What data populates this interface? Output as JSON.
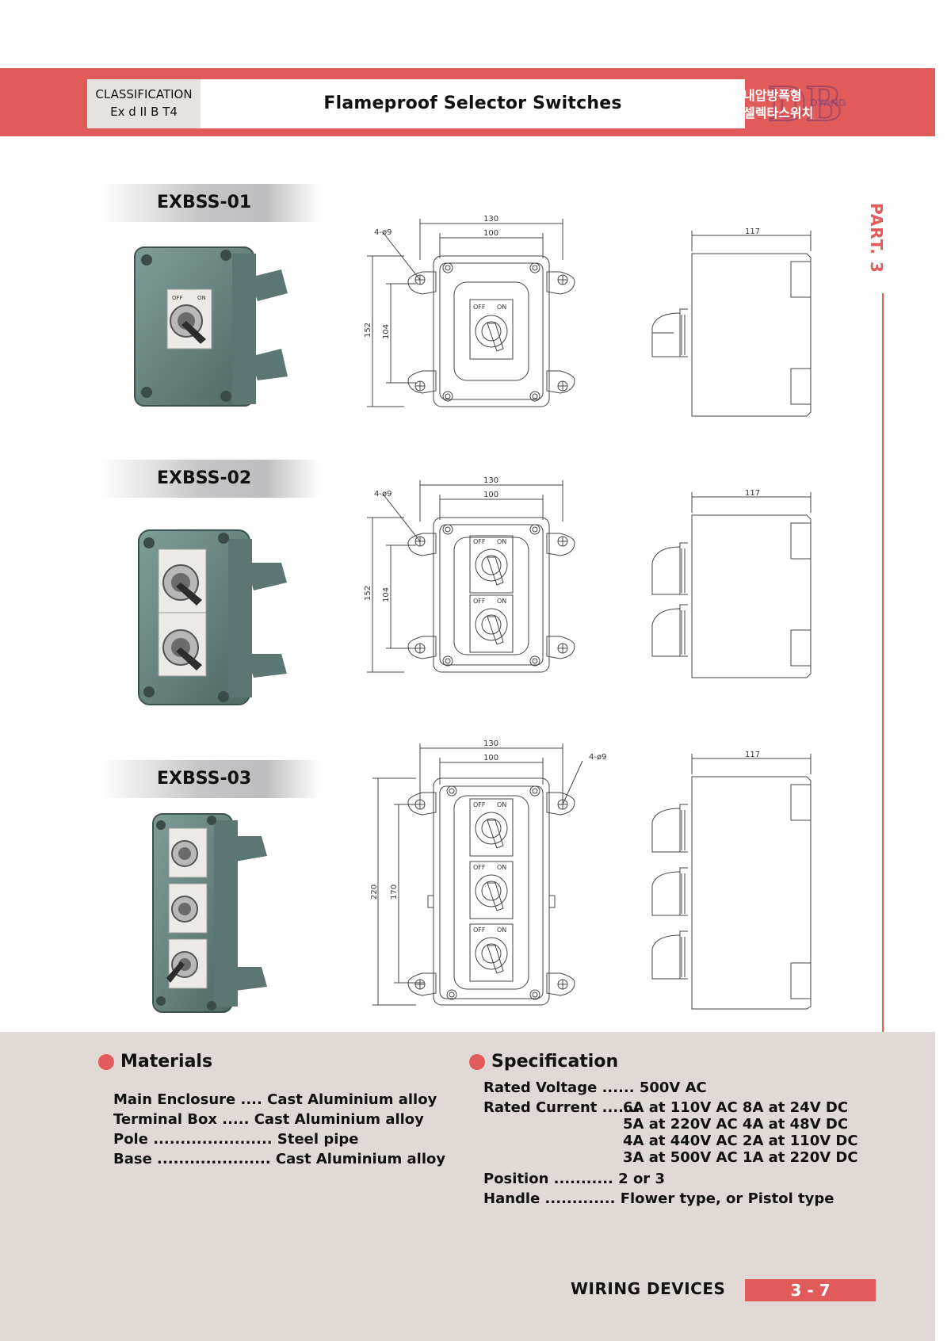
{
  "header": {
    "classification_label": "CLASSIFICATION",
    "classification_value": "Ex d II B T4",
    "title": "Flameproof Selector Switches",
    "korean_line1": "내압방폭형",
    "korean_line2": "셀렉타스위치",
    "logo_text": "DYANG",
    "accent_color": "#e15b5b"
  },
  "side": {
    "part_label": "PART. 3"
  },
  "models": [
    {
      "name": "EXBSS-01",
      "front": {
        "width": "130",
        "inner_width": "100",
        "height": "152",
        "inner_height": "104",
        "holes": "4-ø9"
      },
      "side": {
        "depth": "117"
      },
      "switch_label_off": "OFF",
      "switch_label_on": "ON"
    },
    {
      "name": "EXBSS-02",
      "front": {
        "width": "130",
        "inner_width": "100",
        "height": "152",
        "inner_height": "104",
        "holes": "4-ø9"
      },
      "side": {
        "depth": "117"
      },
      "switch_label_off": "OFF",
      "switch_label_on": "ON"
    },
    {
      "name": "EXBSS-03",
      "front": {
        "width": "130",
        "inner_width": "100",
        "height": "220",
        "inner_height": "170",
        "holes": "4-ø9"
      },
      "side": {
        "depth": "117"
      },
      "switch_label_off": "OFF",
      "switch_label_on": "ON"
    }
  ],
  "materials": {
    "heading": "Materials",
    "lines": [
      "Main Enclosure .... Cast Aluminium alloy",
      "Terminal Box ..... Cast Aluminium alloy",
      "Pole ...................... Steel pipe",
      "Base ..................... Cast Aluminium alloy"
    ]
  },
  "specification": {
    "heading": "Specification",
    "rated_voltage": "Rated Voltage ...... 500V AC",
    "rated_current_label": "Rated Current .......",
    "rated_current_rows": [
      "6A at 110V AC   8A at 24V DC",
      "5A at 220V AC   4A at 48V DC",
      "4A at 440V AC   2A at 110V DC",
      "3A at 500V AC   1A at 220V DC"
    ],
    "position": "Position ........... 2 or 3",
    "handle": "Handle ............. Flower type, or Pistol type"
  },
  "footer": {
    "section": "WIRING DEVICES",
    "page": "3 - 7"
  }
}
